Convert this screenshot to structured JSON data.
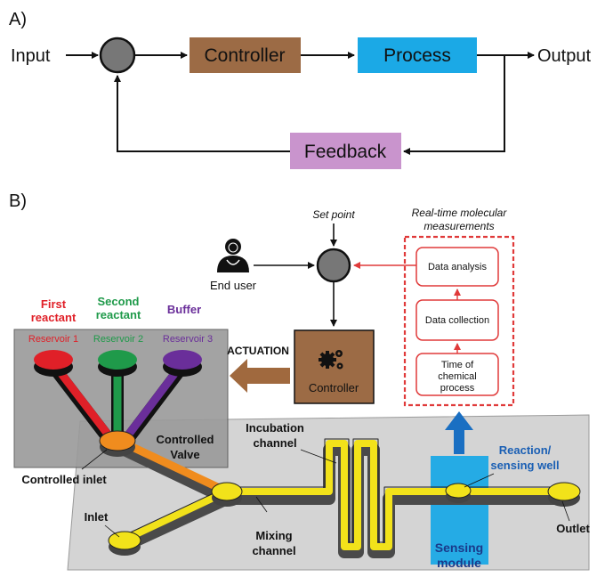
{
  "panel_a": {
    "label": "A)",
    "input": "Input",
    "controller": "Controller",
    "process": "Process",
    "output": "Output",
    "feedback": "Feedback"
  },
  "panel_b": {
    "label": "B)",
    "set_point": "Set point",
    "rt_title_line1": "Real-time molecular",
    "rt_title_line2": "measurements",
    "end_user": "End user",
    "data_analysis": "Data analysis",
    "data_collection": "Data collection",
    "time_line1": "Time of",
    "time_line2": "chemical",
    "time_line3": "process",
    "actuation": "ACTUATION",
    "controller": "Controller",
    "first_line1": "First",
    "first_line2": "reactant",
    "second_line1": "Second",
    "second_line2": "reactant",
    "buffer": "Buffer",
    "reservoir1": "Reservoir 1",
    "reservoir2": "Reservoir 2",
    "reservoir3": "Reservoir 3",
    "controlled_valve_line1": "Controlled",
    "controlled_valve_line2": "Valve",
    "controlled_inlet": "Controlled inlet",
    "incubation_line1": "Incubation",
    "incubation_line2": "channel",
    "reaction_line1": "Reaction/",
    "reaction_line2": "sensing well",
    "inlet": "Inlet",
    "mixing_line1": "Mixing",
    "mixing_line2": "channel",
    "sensing_line1": "Sensing",
    "sensing_line2": "module",
    "outlet": "Outlet"
  },
  "colors": {
    "controller_box": "#9c6b45",
    "process_box": "#1ba9e6",
    "feedback_box": "#c994cd",
    "node_gray": "#777777",
    "red_arrow": "#e03a3a",
    "channel_yellow": "#f2e21a",
    "first_reactant": "#e02028",
    "second_reactant": "#1f9a4a",
    "buffer": "#6a2e9a",
    "valve_orange": "#f08c1e",
    "sensing_blue": "#1ba9e6",
    "label_blue": "#1a5fb4",
    "chip_gray": "#d2d2d2"
  }
}
